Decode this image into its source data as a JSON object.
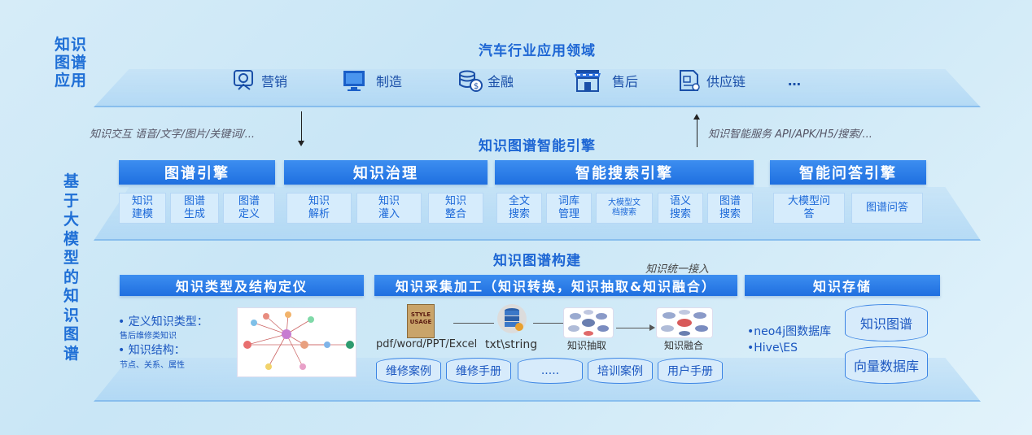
{
  "left_labels": {
    "top": [
      "知识",
      "图谱",
      "应用"
    ],
    "bottom": [
      "基",
      "于",
      "大",
      "模",
      "型",
      "的",
      "知",
      "识",
      "图",
      "谱"
    ]
  },
  "application": {
    "title": "汽车行业应用领域",
    "items": [
      {
        "label": "营销",
        "icon": "steering-hand-icon"
      },
      {
        "label": "制造",
        "icon": "monitor-icon"
      },
      {
        "label": "金融",
        "icon": "coins-icon"
      },
      {
        "label": "售后",
        "icon": "store-icon"
      },
      {
        "label": "供应链",
        "icon": "document-icon"
      },
      {
        "label": "…",
        "icon": ""
      }
    ]
  },
  "notes": {
    "left": "知识交互 语音/文字/图片/关键词/...",
    "right": "知识智能服务 API/APK/H5/搜索/...",
    "access": "知识统一接入"
  },
  "engine": {
    "title": "知识图谱智能引擎",
    "groups": [
      {
        "label": "图谱引擎",
        "chips": [
          "知识\n建模",
          "图谱\n生成",
          "图谱\n定义"
        ]
      },
      {
        "label": "知识治理",
        "chips": [
          "知识\n解析",
          "知识\n灌入",
          "知识\n整合"
        ]
      },
      {
        "label": "智能搜索引擎",
        "chips": [
          "全文\n搜索",
          "词库\n管理",
          "大模型文\n档搜索",
          "语义\n搜索",
          "图谱\n搜索"
        ]
      },
      {
        "label": "智能问答引擎",
        "chips": [
          "大模型问\n答",
          "图谱问答"
        ]
      }
    ]
  },
  "build": {
    "title": "知识图谱构建",
    "bars": [
      "知识类型及结构定仪",
      "知识采集加工（知识转换，知识抽取&知识融合）",
      "知识存储"
    ],
    "type_def": {
      "bullet1": "• 定义知识类型：",
      "sub1": "售后维修类知识",
      "bullet2": "• 知识结构：",
      "sub2": "节点、关系、属性"
    },
    "pipeline": {
      "source": "pdf/word/PPT/Excel",
      "text": "txt\\string",
      "extract": "知识抽取",
      "fuse": "知识融合",
      "book_title": "STYLE\nUSAGE"
    },
    "sources": [
      "维修案例",
      "维修手册",
      ".....",
      "培训案例",
      "用户手册"
    ],
    "storage": {
      "items": [
        "•neo4j图数据库",
        "•Hive\\ES"
      ],
      "dbs": [
        "知识图谱",
        "向量数据库"
      ]
    }
  }
}
